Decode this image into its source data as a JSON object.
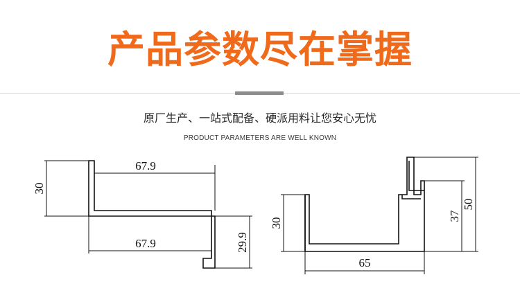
{
  "header": {
    "title": "产品参数尽在掌握",
    "subtitle_cn": "原厂生产、一站式配备、硬派用料让您安心无忧",
    "subtitle_en": "PRODUCT PARAMETERS ARE WELL KNOWN"
  },
  "left_profile": {
    "dim_height": "30",
    "dim_top_width": "67.9",
    "dim_bottom_width": "67.9",
    "dim_right_height": "29.9"
  },
  "right_profile": {
    "dim_inner_height": "30",
    "dim_width": "65",
    "dim_right_inner": "37",
    "dim_right_outer": "50"
  }
}
